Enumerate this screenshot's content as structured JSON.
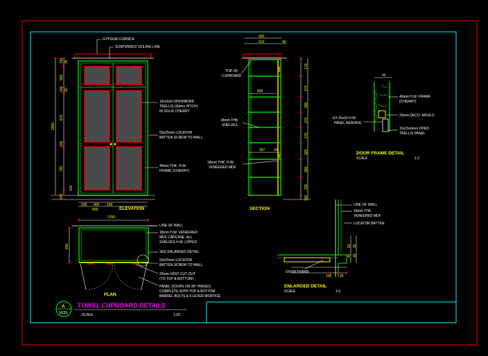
{
  "elevation": {
    "title": "ELEVATION",
    "notes": {
      "cornice": "GYPSUM CORNICE",
      "ceiling": "SUSPENDED CEILING LINE",
      "trellis_1": "16x16x6 OPENWORK",
      "trellis_2": "TRELLIS (30mm PITCH)",
      "trellis_3": "IN SOLID CHERRY",
      "locator_1": "50x25mm LOCATOR",
      "locator_2": "BATTEN SCREW TO WALL",
      "frame_1": "40mm THK. H.W.",
      "frame_2": "FRAME (CHERRY)"
    },
    "dims": {
      "overall_h": "2300",
      "d1": "150",
      "d2": "35",
      "d3": "560",
      "d4": "100",
      "d5": "30",
      "d6": "870",
      "d7": "100",
      "d8": "790",
      "d9": "100",
      "d10": "150",
      "w1": "100",
      "w2": "400",
      "w3": "100",
      "w_total": "600"
    }
  },
  "section": {
    "title": "SECTION",
    "notes": {
      "top_1": "TOP OF",
      "top_2": "CUPBOARD",
      "shelves_1": "18mm THK.",
      "shelves_2": "SHELVES",
      "mdf_1": "18mm THK. H.W.",
      "mdf_2": "VENEERED MDF"
    },
    "dims": {
      "w_top": "650",
      "w_inner": "610",
      "w_lip": "40",
      "w_shelf": "500",
      "w_a": "567",
      "w_b": "33",
      "r1": "170",
      "r2": "470",
      "r3": "290",
      "r4": "270",
      "r5": "270",
      "r6": "320",
      "r7": "300",
      "r8": "330",
      "r9": "150"
    }
  },
  "frame_detail": {
    "title": "DOOR FRAME DETAIL",
    "scale_label": "SCALE",
    "scale_value": "1:2",
    "dim_top": "40",
    "notes": {
      "frame_1": "40mm H.W. FRAME",
      "frame_2": "(CHERRY)",
      "mould": "25mm DECO. MOULD",
      "bead_1": "EX 25x10 H.W.",
      "bead_2": "PANEL BEADING",
      "trellis_1": "15x15x6mm OPEN",
      "trellis_2": "TRELLIS PANEL"
    }
  },
  "plan": {
    "title": "PLAN",
    "dims": {
      "width": "1250",
      "depth": "650"
    },
    "notes": {
      "wall": "LINE OF WALL",
      "carcase_1": "18mm H.W. VENEERED",
      "carcase_2": "MDF CARCASE. ALL",
      "carcase_3": "SHELVES H.W. LIPPED",
      "enlarged": "SEE ENLARGED DETAIL",
      "locator_1": "50x25mm LOCATOR",
      "locator_2": "BATTEN SCREW TO WALL",
      "vent_1": "25mm VENT CUT OUT",
      "vent_2": "(TO TOP & BOTTOM)",
      "doors_1": "PANEL DOORS ON 90° HINGES",
      "doors_2": "COMPLETE WITH TOP & BOTTOM",
      "doors_3": "BARREL BOLTS & 6 LEVER MORTICE"
    }
  },
  "enlarged_detail": {
    "title": "ENLARGED DETAIL",
    "scale_label": "SCALE",
    "scale_value": "1:5",
    "notes": {
      "wall": "LINE OF WALL",
      "mdf_1": "18mm THK.",
      "mdf_2": "VENEERED MDF",
      "batten": "LOCATOR BATTEN",
      "door": "DOOR FRAME"
    },
    "dims": {
      "v1": "50",
      "v2": "40",
      "v3": "25",
      "v4": "18",
      "h1": "100",
      "h2": "25"
    }
  },
  "title_block": {
    "letter": "A",
    "sheet": "SK55",
    "title": "TOWEL CUPBOARD DETAILS",
    "scale_label": "SCALE",
    "scale_value": "1:20"
  },
  "colors": {
    "green": "#00ff00",
    "cyan": "#00ffff",
    "red": "#ff0000",
    "yellow": "#ffff00",
    "magenta": "#ff00ff",
    "white": "#ffffff",
    "orange": "#ff8000"
  }
}
